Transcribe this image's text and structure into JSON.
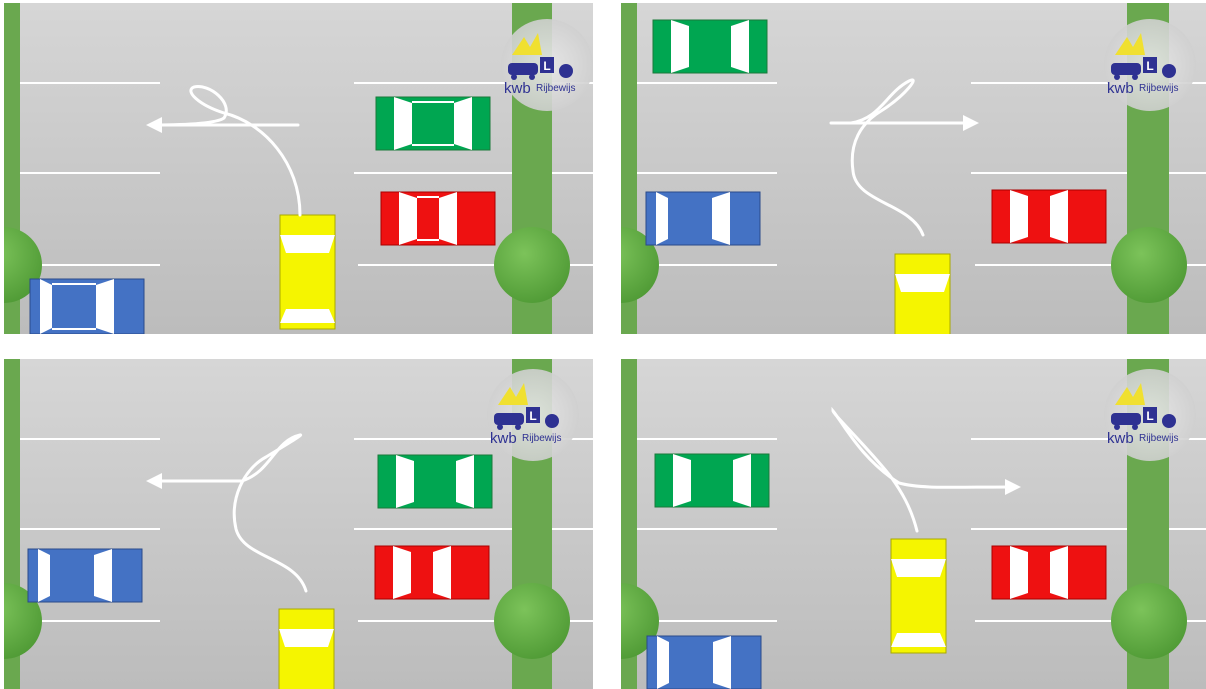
{
  "logo": {
    "brand_text": "kwb",
    "sub_text": "Rijbewijs",
    "l_plate": "L"
  },
  "colors": {
    "road_top": "#d4d4d4",
    "road_bottom": "#bdbdbd",
    "verge": "#6aa84f",
    "tree": "#6ab04c",
    "green_car": "#00a651",
    "red_car": "#ee1111",
    "blue_car": "#4472c4",
    "yellow_car": "#f5f500",
    "logo_blue": "#2e3192",
    "logo_yellow": "#f0e030"
  },
  "panels": [
    {
      "id": "top-left",
      "cars": [
        "green",
        "red",
        "blue",
        "yellow"
      ],
      "arrow_direction": "left",
      "yellow_position": "bottom",
      "description_hint": "yellow car turning left, path passes in front of oncoming lane"
    },
    {
      "id": "top-right",
      "cars": [
        "green",
        "blue",
        "red",
        "yellow"
      ],
      "arrow_direction": "right",
      "yellow_position": "bottom"
    },
    {
      "id": "bottom-left",
      "cars": [
        "green",
        "red",
        "blue",
        "yellow"
      ],
      "arrow_direction": "left",
      "yellow_position": "bottom"
    },
    {
      "id": "bottom-right",
      "cars": [
        "green",
        "red",
        "blue",
        "yellow"
      ],
      "arrow_direction": "right",
      "yellow_position": "middle"
    }
  ]
}
